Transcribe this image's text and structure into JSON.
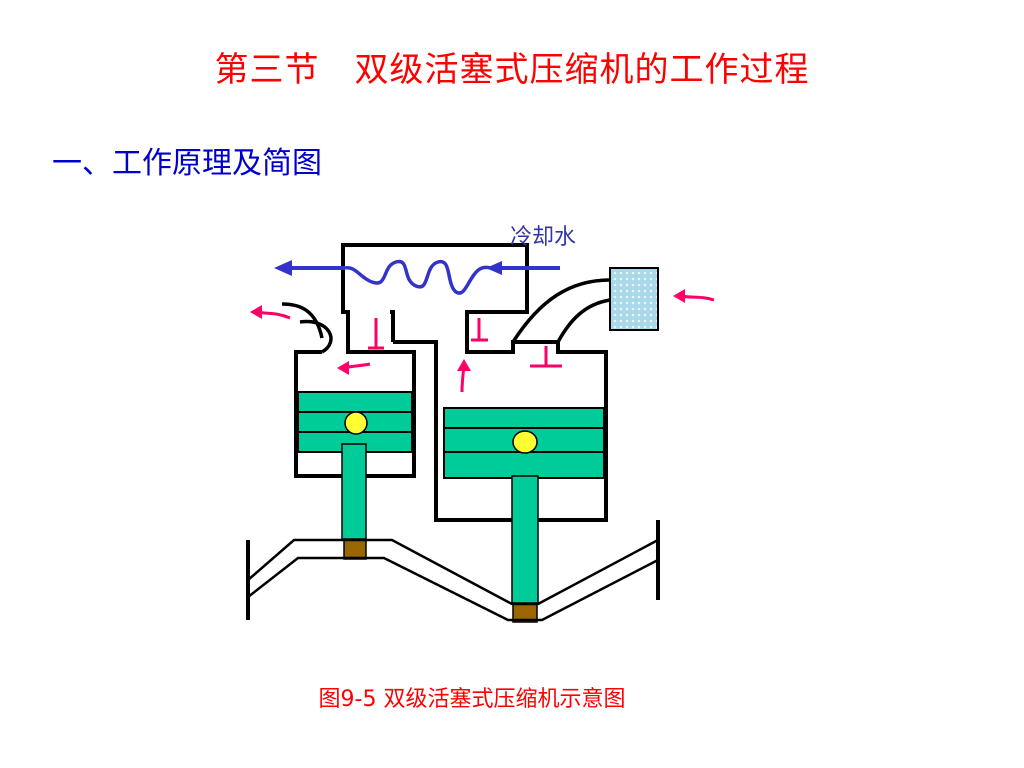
{
  "slide": {
    "title": "第三节　双级活塞式压缩机的工作过程",
    "subtitle": "一、工作原理及简图",
    "caption": "图9-5 双级活塞式压缩机示意图"
  },
  "diagram": {
    "cooling_water_label": "冷却水",
    "colors": {
      "piston": "#00cc99",
      "outline": "#000000",
      "flow_arrow": "#ff0066",
      "water_line": "#3333cc",
      "pin": "#ffff33",
      "joint": "#996600",
      "filter": "#99ccdd"
    }
  }
}
